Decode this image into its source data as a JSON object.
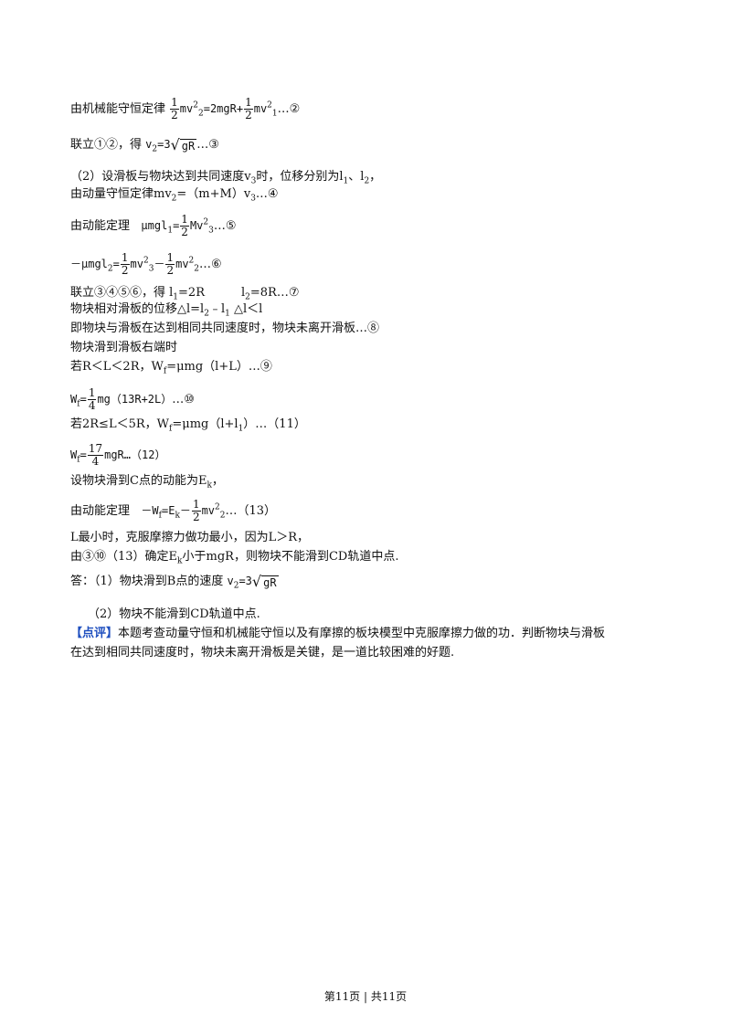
{
  "lines": {
    "l1_text": "由机械能守恒定律",
    "l1_frac_n": "1",
    "l1_frac_d": "2",
    "l1_a": "mv",
    "l1_a_sup": "2",
    "l1_a_sub": "2",
    "l1_b": "=2mgR+",
    "l1_frac2_n": "1",
    "l1_frac2_d": "2",
    "l1_c": "mv",
    "l1_c_sup": "2",
    "l1_c_sub": "1",
    "l1_end": "…②",
    "l2_text": "联立①②，得",
    "l2_v": "v",
    "l2_sub": "2",
    "l2_eq": "=3",
    "l2_rad": "gR",
    "l2_end": "…③",
    "l3_text": "（2）设滑板与物块达到共同速度v",
    "l3_sub": "3",
    "l3_text2": "时，位移分别为l",
    "l3_sub1": "1",
    "l3_text3": "、l",
    "l3_sub2": "2",
    "l3_text4": "，",
    "l4_text": "由动量守恒定律mv",
    "l4_sub": "2",
    "l4_text2": "=（m+M）v",
    "l4_sub2": "3",
    "l4_end": "…④",
    "l5_text": "由动能定理",
    "l5_a": "μmgl",
    "l5_a_sub": "1",
    "l5_eq": "=",
    "l5_frac_n": "1",
    "l5_frac_d": "2",
    "l5_b": "Mv",
    "l5_b_sup": "2",
    "l5_b_sub": "3",
    "l5_end": "…⑤",
    "l6_a": "－μmgl",
    "l6_a_sub": "2",
    "l6_eq": "=",
    "l6_frac_n": "1",
    "l6_frac_d": "2",
    "l6_b": "mv",
    "l6_b_sup": "2",
    "l6_b_sub": "3",
    "l6_minus": "－",
    "l6_frac2_n": "1",
    "l6_frac2_d": "2",
    "l6_c": "mv",
    "l6_c_sup": "2",
    "l6_c_sub": "2",
    "l6_end": "…⑥",
    "l7_text": "联立③④⑤⑥，得 l",
    "l7_sub1": "1",
    "l7_text2": "=2R",
    "l7_text3": "l",
    "l7_sub2": "2",
    "l7_text4": "=8R…⑦",
    "l8_text": "物块相对滑板的位移△l=l",
    "l8_sub1": "2",
    "l8_text2": "﹣l",
    "l8_sub2": "1",
    "l8_text3": " △l＜l",
    "l9_text": "即物块与滑板在达到相同共同速度时，物块未离开滑板…⑧",
    "l10_text": "物块滑到滑板右端时",
    "l11_text": "若R＜L＜2R，W",
    "l11_sub": "f",
    "l11_text2": "=μmg（l+L）…⑨",
    "l12_w": "W",
    "l12_sub": "f",
    "l12_eq": "=",
    "l12_frac_n": "1",
    "l12_frac_d": "4",
    "l12_body": "mg（13R+2L）",
    "l12_end": "…⑩",
    "l13_text": "若2R≤L＜5R，W",
    "l13_sub": "f",
    "l13_text2": "=μmg（l+l",
    "l13_sub2": "1",
    "l13_text3": "）…（11）",
    "l14_w": "W",
    "l14_sub": "f",
    "l14_eq": "=",
    "l14_frac_n": "17",
    "l14_frac_d": "4",
    "l14_body": "mgR…（12）",
    "l15_text": "设物块滑到C点的动能为E",
    "l15_sub": "k",
    "l15_text2": "，",
    "l16_text": "由动能定理",
    "l16_a": "－W",
    "l16_a_sub": "f",
    "l16_eq": "=E",
    "l16_e_sub": "k",
    "l16_minus": "－",
    "l16_frac_n": "1",
    "l16_frac_d": "2",
    "l16_b": "mv",
    "l16_b_sup": "2",
    "l16_b_sub": "2",
    "l16_end": "…（13）",
    "l17_text": "L最小时，克服摩擦力做功最小，因为L＞R，",
    "l18_text": "由③⑩（13）确定E",
    "l18_sub": "k",
    "l18_text2": "小于mgR，则物块不能滑到CD轨道中点.",
    "l19_text": "答：（1）物块滑到B点的速度",
    "l19_v": "v",
    "l19_sub": "2",
    "l19_eq": "=3",
    "l19_rad": "gR",
    "l20_text": "（2）物块不能滑到CD轨道中点.",
    "review_tag": "【点评】",
    "review_text1": "本题考查动量守恒和机械能守恒以及有摩擦的板块模型中克服摩擦力做的功．判断物块与滑板",
    "review_text2": "在达到相同共同速度时，物块未离开滑板是关键，是一道比较困难的好题."
  },
  "footer": {
    "text": "第11页 | 共11页"
  }
}
